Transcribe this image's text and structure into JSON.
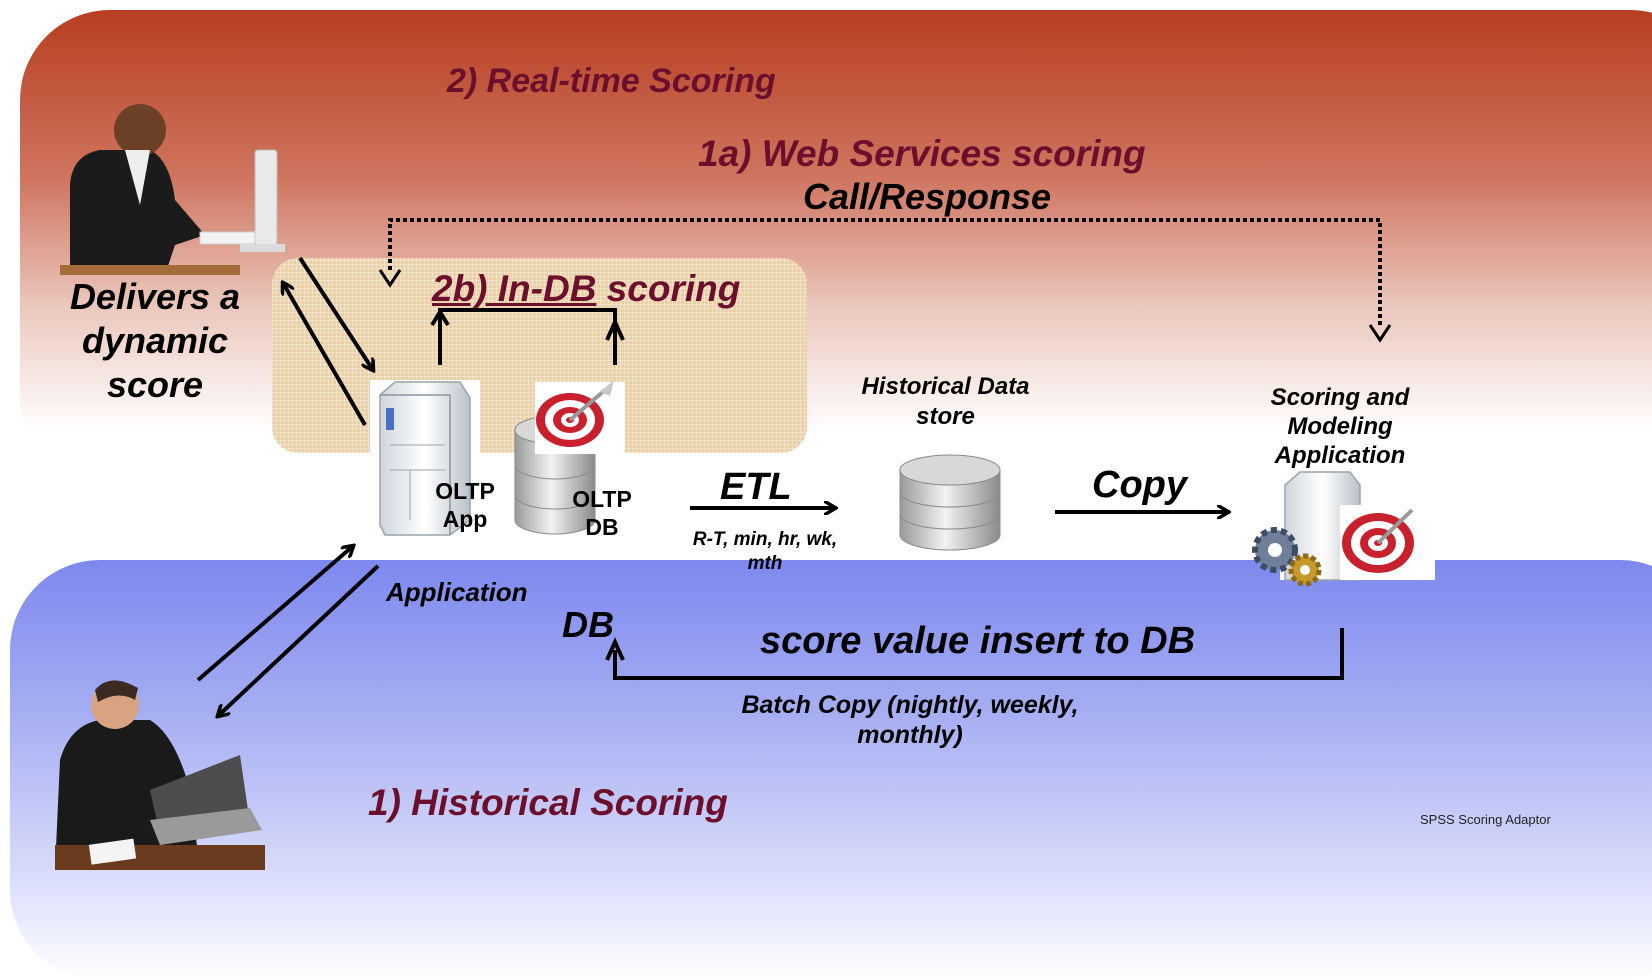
{
  "labels": {
    "realtime": "2) Real-time Scoring",
    "webservices": "1a) Web Services scoring",
    "callresponse": "Call/Response",
    "indb_prefix": "2b) In-DB",
    "indb_suffix": " scoring",
    "delivers": "Delivers a dynamic score",
    "historical_store": "Historical Data store",
    "scoring_app": "Scoring and Modeling Application",
    "oltp_app": "OLTP App",
    "oltp_db": "OLTP DB",
    "etl": "ETL",
    "etl_freq": "R-T, min, hr, wk, mth",
    "copy": "Copy",
    "application": "Application",
    "db": "DB",
    "score_insert": "score value insert to DB",
    "batch_copy": "Batch Copy (nightly, weekly, monthly)",
    "historical_scoring": "1) Historical Scoring",
    "watermark": "SPSS Scoring Adaptor"
  },
  "colors": {
    "title_maroon": "#6b0f2c",
    "top_band": "#b73e21",
    "bottom_band": "#7d88ee",
    "indb_panel": "#ead0a6",
    "target_red": "#c8202c"
  },
  "icons": [
    "businessman-at-computer-icon",
    "student-with-laptop-icon",
    "server-tower-icon",
    "database-cylinder-icon",
    "target-icon",
    "gears-icon"
  ]
}
